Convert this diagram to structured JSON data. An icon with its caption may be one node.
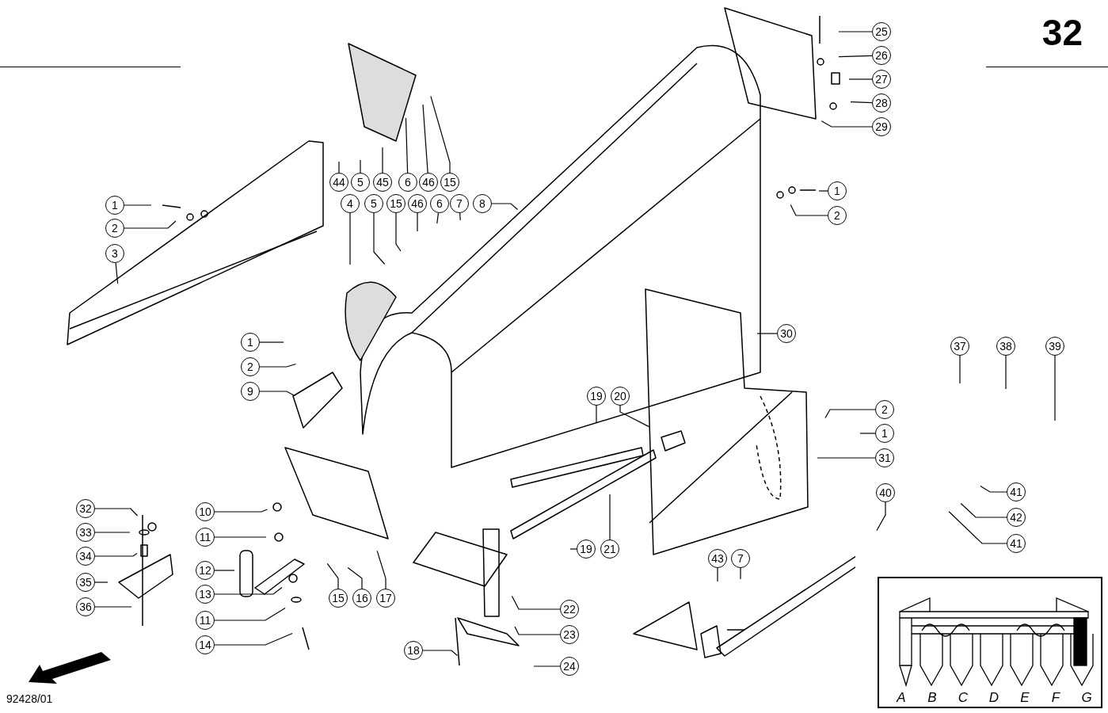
{
  "diagram": {
    "nodes": [
      {
        "text": [
          "25"
        ]
      },
      {
        "text": [
          "26"
        ]
      },
      {
        "text": [
          "27"
        ]
      },
      {
        "text": [
          "28"
        ]
      },
      {
        "text": [
          "29"
        ]
      },
      {
        "text": [
          "44"
        ]
      },
      {
        "text": [
          "5"
        ]
      },
      {
        "text": [
          "45"
        ]
      },
      {
        "text": [
          "6"
        ]
      },
      {
        "text": [
          "46"
        ]
      },
      {
        "text": [
          "15"
        ]
      },
      {
        "text": [
          "1"
        ]
      },
      {
        "text": [
          "2"
        ]
      },
      {
        "text": [
          "3"
        ]
      },
      {
        "text": [
          "4"
        ]
      },
      {
        "text": [
          "5"
        ]
      },
      {
        "text": [
          "15"
        ]
      },
      {
        "text": [
          "46"
        ]
      },
      {
        "text": [
          "6"
        ]
      },
      {
        "text": [
          "7"
        ]
      },
      {
        "text": [
          "8"
        ]
      },
      {
        "text": [
          "1"
        ]
      },
      {
        "text": [
          "2"
        ]
      },
      {
        "text": [
          "1"
        ]
      },
      {
        "text": [
          "2"
        ]
      },
      {
        "text": [
          "9"
        ]
      },
      {
        "text": [
          "30"
        ]
      },
      {
        "text": [
          "37"
        ]
      },
      {
        "text": [
          "38"
        ]
      },
      {
        "text": [
          "39"
        ]
      },
      {
        "text": [
          "19"
        ]
      },
      {
        "text": [
          "20"
        ]
      },
      {
        "text": [
          "2"
        ]
      },
      {
        "text": [
          "1"
        ]
      },
      {
        "text": [
          "31"
        ]
      },
      {
        "text": [
          "40"
        ]
      },
      {
        "text": [
          "41"
        ]
      },
      {
        "text": [
          "42"
        ]
      },
      {
        "text": [
          "41"
        ]
      },
      {
        "text": [
          "32"
        ]
      },
      {
        "text": [
          "33"
        ]
      },
      {
        "text": [
          "34"
        ]
      },
      {
        "text": [
          "35"
        ]
      },
      {
        "text": [
          "36"
        ]
      },
      {
        "text": [
          "10"
        ]
      },
      {
        "text": [
          "11"
        ]
      },
      {
        "text": [
          "12"
        ]
      },
      {
        "text": [
          "13"
        ]
      },
      {
        "text": [
          "11"
        ]
      },
      {
        "text": [
          "14"
        ]
      },
      {
        "text": [
          "15"
        ]
      },
      {
        "text": [
          "16"
        ]
      },
      {
        "text": [
          "17"
        ]
      },
      {
        "text": [
          "19"
        ]
      },
      {
        "text": [
          "21"
        ]
      },
      {
        "text": [
          "22"
        ]
      },
      {
        "text": [
          "23"
        ]
      },
      {
        "text": [
          "24"
        ]
      },
      {
        "text": [
          "18"
        ]
      },
      {
        "text": [
          "43"
        ]
      },
      {
        "text": [
          "7"
        ]
      }
    ],
    "edges": [
      {
        "from": 0,
        "to": null,
        "arrow": "none"
      },
      {
        "from": 1,
        "to": null,
        "arrow": "none"
      },
      {
        "from": 2,
        "to": null,
        "arrow": "none"
      },
      {
        "from": 3,
        "to": null,
        "arrow": "none"
      },
      {
        "from": 4,
        "to": null,
        "arrow": "none"
      },
      {
        "from": 5,
        "to": null,
        "arrow": "none"
      },
      {
        "from": 6,
        "to": null,
        "arrow": "none"
      },
      {
        "from": 7,
        "to": null,
        "arrow": "none"
      },
      {
        "from": 8,
        "to": null,
        "arrow": "none"
      },
      {
        "from": 9,
        "to": null,
        "arrow": "none"
      },
      {
        "from": 10,
        "to": null,
        "arrow": "none"
      },
      {
        "from": 11,
        "to": null,
        "arrow": "none"
      },
      {
        "from": 12,
        "to": null,
        "arrow": "none"
      },
      {
        "from": 13,
        "to": null,
        "arrow": "none"
      },
      {
        "from": 14,
        "to": null,
        "arrow": "none"
      },
      {
        "from": 15,
        "to": null,
        "arrow": "none"
      },
      {
        "from": 16,
        "to": null,
        "arrow": "none"
      },
      {
        "from": 17,
        "to": null,
        "arrow": "none"
      },
      {
        "from": 18,
        "to": null,
        "arrow": "none"
      },
      {
        "from": 19,
        "to": null,
        "arrow": "none"
      },
      {
        "from": 20,
        "to": null,
        "arrow": "none"
      },
      {
        "from": 21,
        "to": null,
        "arrow": "none"
      },
      {
        "from": 22,
        "to": null,
        "arrow": "none"
      },
      {
        "from": 23,
        "to": null,
        "arrow": "none"
      },
      {
        "from": 24,
        "to": null,
        "arrow": "none"
      },
      {
        "from": 25,
        "to": null,
        "arrow": "none"
      },
      {
        "from": 26,
        "to": null,
        "arrow": "none"
      },
      {
        "from": 27,
        "to": null,
        "arrow": "none"
      },
      {
        "from": 28,
        "to": null,
        "arrow": "none"
      },
      {
        "from": 29,
        "to": null,
        "arrow": "none"
      },
      {
        "from": 30,
        "to": null,
        "arrow": "none"
      },
      {
        "from": 31,
        "to": null,
        "arrow": "none"
      },
      {
        "from": 32,
        "to": null,
        "arrow": "none"
      },
      {
        "from": 33,
        "to": null,
        "arrow": "none"
      },
      {
        "from": 34,
        "to": null,
        "arrow": "none"
      },
      {
        "from": 35,
        "to": null,
        "arrow": "none"
      },
      {
        "from": 36,
        "to": null,
        "arrow": "none"
      },
      {
        "from": 37,
        "to": null,
        "arrow": "none"
      },
      {
        "from": 38,
        "to": null,
        "arrow": "none"
      },
      {
        "from": 39,
        "to": null,
        "arrow": "none"
      },
      {
        "from": 40,
        "to": null,
        "arrow": "none"
      },
      {
        "from": 41,
        "to": null,
        "arrow": "none"
      },
      {
        "from": 42,
        "to": null,
        "arrow": "none"
      },
      {
        "from": 43,
        "to": null,
        "arrow": "none"
      },
      {
        "from": 44,
        "to": null,
        "arrow": "none"
      },
      {
        "from": 45,
        "to": null,
        "arrow": "none"
      },
      {
        "from": 46,
        "to": null,
        "arrow": "none"
      },
      {
        "from": 47,
        "to": null,
        "arrow": "none"
      },
      {
        "from": 48,
        "to": null,
        "arrow": "none"
      },
      {
        "from": 49,
        "to": null,
        "arrow": "none"
      },
      {
        "from": 50,
        "to": null,
        "arrow": "none"
      },
      {
        "from": 51,
        "to": null,
        "arrow": "none"
      },
      {
        "from": 52,
        "to": null,
        "arrow": "none"
      },
      {
        "from": 53,
        "to": null,
        "arrow": "none"
      },
      {
        "from": 54,
        "to": null,
        "arrow": "none"
      },
      {
        "from": 55,
        "to": null,
        "arrow": "none"
      },
      {
        "from": 56,
        "to": null,
        "arrow": "none"
      },
      {
        "from": 57,
        "to": null,
        "arrow": "none"
      },
      {
        "from": 58,
        "to": null,
        "arrow": "none"
      },
      {
        "from": 59,
        "to": null,
        "arrow": "none"
      },
      {
        "from": 60,
        "to": null,
        "arrow": "none"
      }
    ],
    "labels": [
      "32",
      "92428/01",
      "A",
      "B",
      "C",
      "D",
      "E",
      "F",
      "G"
    ]
  }
}
